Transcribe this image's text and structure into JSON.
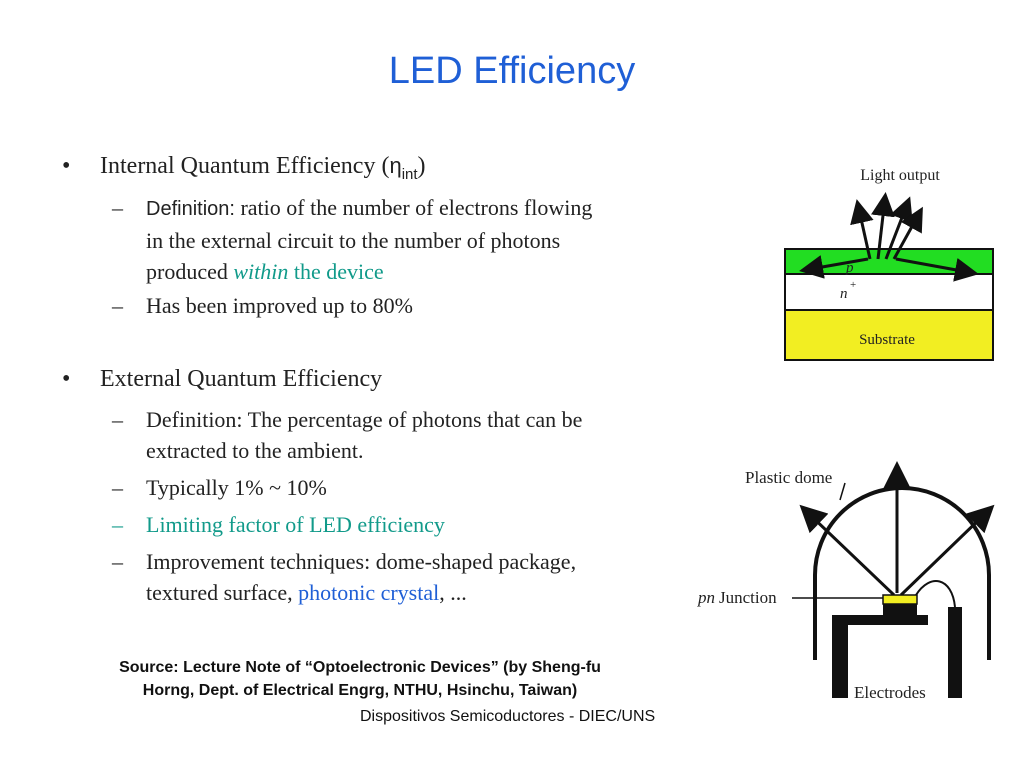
{
  "title": "LED Efficiency",
  "bullets": [
    {
      "label": "Internal Quantum Efficiency (",
      "symbol": "η",
      "subscript": "int",
      "close": ")",
      "items": [
        {
          "label": "Definition:",
          "line1": "ratio of the number of electrons flowing",
          "line2": "in the external circuit to the number of photons",
          "line3_pre": "produced ",
          "line3_em": "within",
          "line3_post": " the device"
        },
        {
          "text": "Has been improved up to 80%"
        }
      ]
    },
    {
      "label": "External Quantum Efficiency",
      "items": [
        {
          "line1": "Definition: The percentage of photons that can be",
          "line2": "extracted to the ambient."
        },
        {
          "text": "Typically 1% ~ 10%"
        },
        {
          "text": "Limiting factor of LED efficiency"
        },
        {
          "line1": "Improvement techniques: dome-shaped package,",
          "line2_pre": "textured surface, ",
          "line2_link": "photonic crystal",
          "line2_post": ", ..."
        }
      ]
    }
  ],
  "bullet_char": "•",
  "dash_char": "–",
  "figure_top": {
    "light_output": "Light output",
    "p_label": "p",
    "n_label": "n",
    "n_sup": "+",
    "substrate": "Substrate",
    "colors": {
      "p_layer": "#22dd22",
      "substrate": "#f2ee22"
    }
  },
  "figure_bottom": {
    "plastic_dome": "Plastic dome",
    "pn": "pn",
    "junction": " Junction",
    "electrodes": "Electrodes",
    "colors": {
      "chip": "#f2ee22"
    }
  },
  "source": {
    "line1": "Source: Lecture Note of “Optoelectronic Devices” (by Sheng-fu",
    "line2": "Horng, Dept. of Electrical Engrg, NTHU, Hsinchu, Taiwan)"
  },
  "footer": "Dispositivos Semicoductores - DIEC/UNS"
}
